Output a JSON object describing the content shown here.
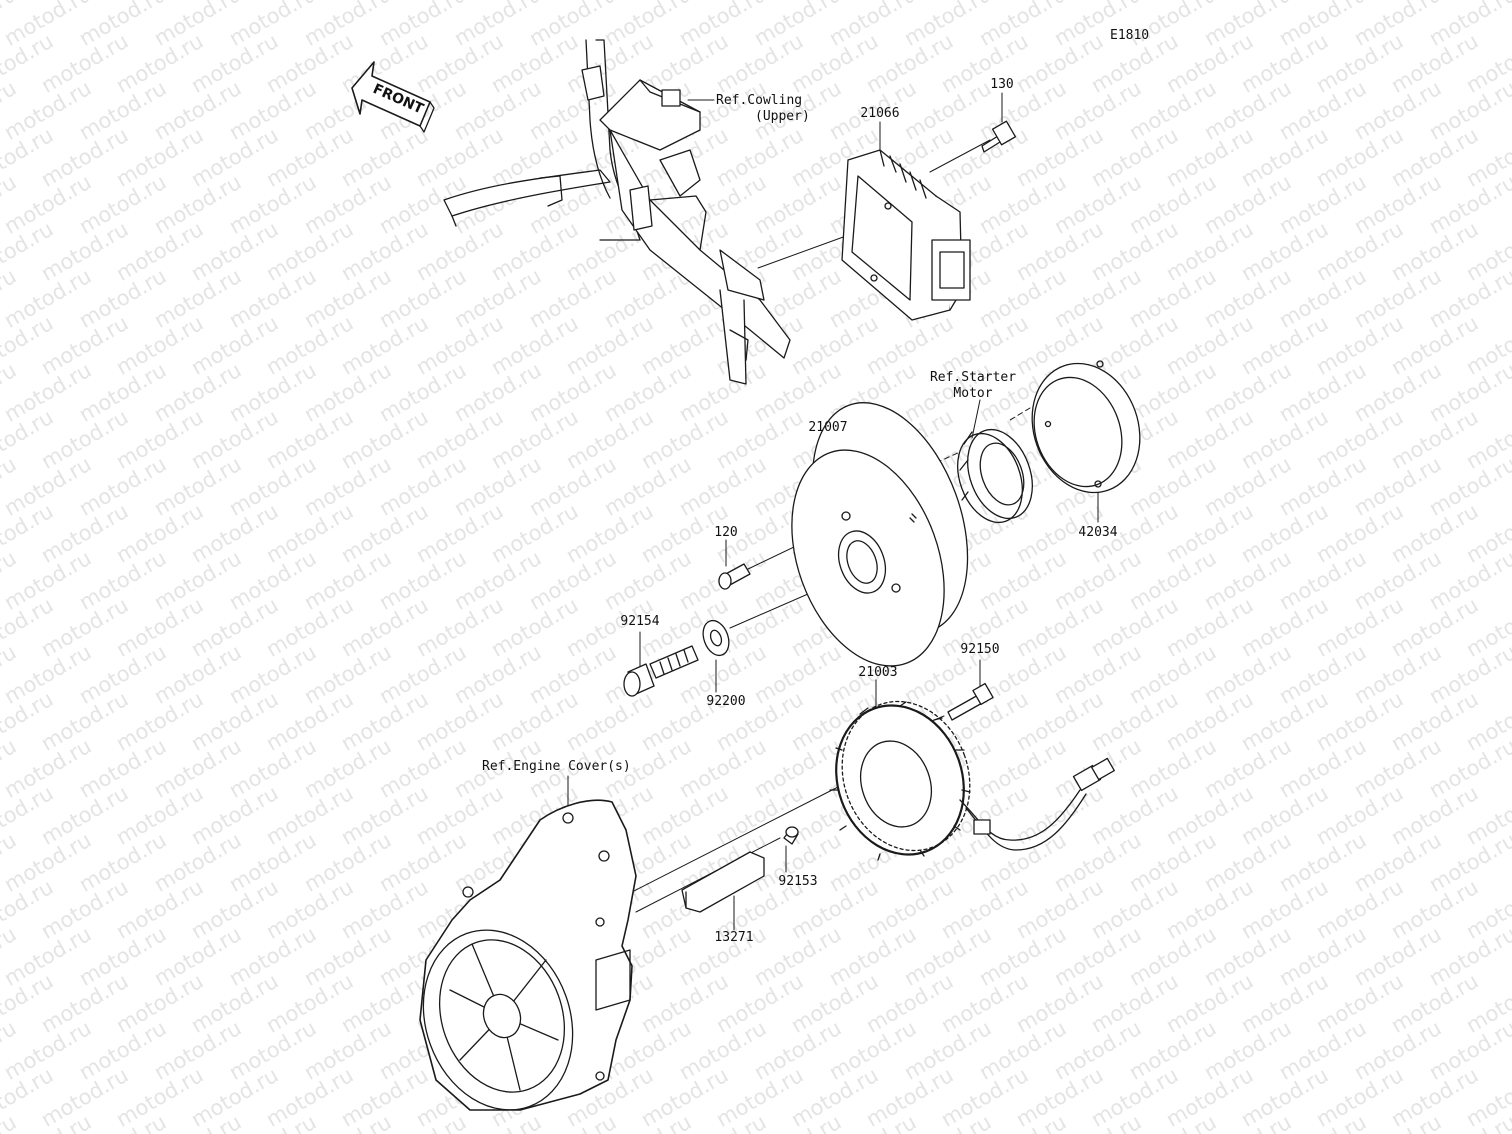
{
  "diagram_code": "E1810",
  "watermark_text": "motod.ru",
  "front_arrow_label": "FRONT",
  "refs": {
    "cowling_line1": "Ref.Cowling",
    "cowling_line2": "(Upper)",
    "starter_line1": "Ref.Starter",
    "starter_line2": "Motor",
    "engine_cover": "Ref.Engine Cover(s)"
  },
  "parts": {
    "p130": "130",
    "p21066": "21066",
    "p21007": "21007",
    "p42034": "42034",
    "p120": "120",
    "p92154": "92154",
    "p92200": "92200",
    "p21003": "21003",
    "p92150": "92150",
    "p92153": "92153",
    "p13271": "13271"
  }
}
